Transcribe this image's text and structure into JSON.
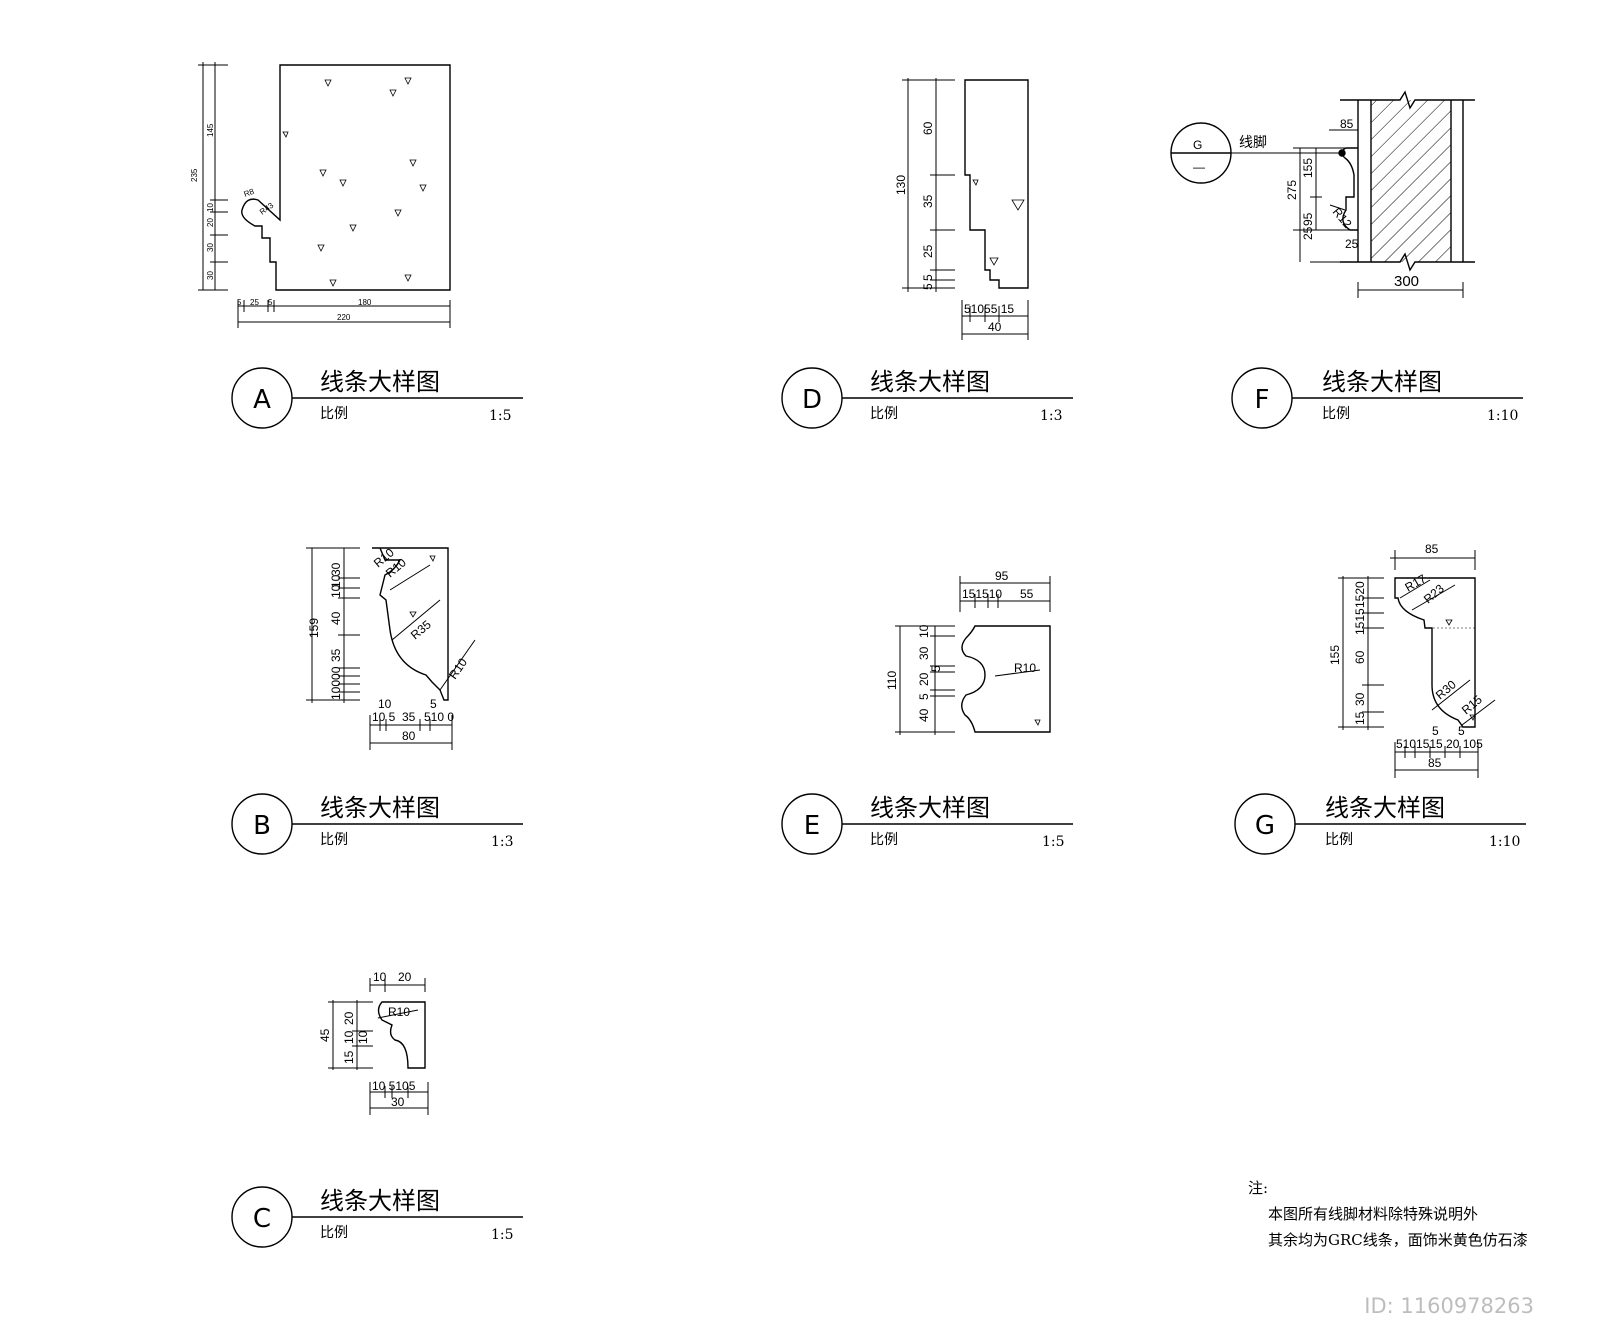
{
  "details": [
    {
      "letter": "A",
      "title": "线条大样图",
      "scale_label": "比例",
      "scale": "1:5"
    },
    {
      "letter": "D",
      "title": "线条大样图",
      "scale_label": "比例",
      "scale": "1:3"
    },
    {
      "letter": "F",
      "title": "线条大样图",
      "scale_label": "比例",
      "scale": "1:10"
    },
    {
      "letter": "B",
      "title": "线条大样图",
      "scale_label": "比例",
      "scale": "1:3"
    },
    {
      "letter": "E",
      "title": "线条大样图",
      "scale_label": "比例",
      "scale": "1:5"
    },
    {
      "letter": "G",
      "title": "线条大样图",
      "scale_label": "比例",
      "scale": "1:10"
    },
    {
      "letter": "C",
      "title": "线条大样图",
      "scale_label": "比例",
      "scale": "1:5"
    }
  ],
  "dims": {
    "A": {
      "h_total": "235",
      "h1": "145",
      "h2": "10",
      "h3": "20",
      "h4": "30",
      "h5": "30",
      "w1": "5",
      "w2": "25",
      "w3": "5",
      "w4": "180",
      "w_total": "220",
      "r1": "R8",
      "r2": "R43"
    },
    "D": {
      "h_total": "130",
      "h1": "60",
      "h2": "35",
      "h3": "25",
      "h4": "5",
      "h5": "5",
      "w_parts": "51055 15",
      "w_total": "40"
    },
    "F": {
      "ref_top": "G",
      "ref_bottom": "—",
      "ref_label": "线脚",
      "d85": "85",
      "d155": "155",
      "d275": "275",
      "d95": "95",
      "d25a": "25",
      "d25b": "25",
      "r": "R12",
      "d300": "300"
    },
    "B": {
      "h_total": "159",
      "h1": "30",
      "h2": "10",
      "h3": "10",
      "h4": "40",
      "h5": "35",
      "h6": "10000",
      "r1": "R10",
      "r2": "R10",
      "r3": "R35",
      "r4": "R10",
      "w_top": "10",
      "w_mid": "10 5",
      "w_35": "35",
      "w_5": "5",
      "w_end": "510 0",
      "w_total": "80"
    },
    "E": {
      "w_total": "95",
      "w_parts": "151510",
      "w_55": "55",
      "h_total": "110",
      "h1": "10",
      "h2": "30",
      "h3": "5",
      "h4": "20",
      "h5": "5",
      "h6": "40",
      "r": "R10"
    },
    "G": {
      "w_top": "85",
      "h_total": "155",
      "h1": "1520",
      "h2": "1515",
      "h3": "60",
      "h4": "30",
      "h5": "15",
      "r1": "R17",
      "r2": "R23",
      "r3": "R30",
      "r4": "R15",
      "w_parts": "5101515 20 105",
      "w_5a": "5",
      "w_5b": "5",
      "w_total": "85"
    },
    "C": {
      "w1": "10",
      "w2": "20",
      "h_total": "45",
      "h1": "20",
      "h2": "10",
      "h3": "15",
      "h4": "10",
      "r": "R10",
      "w_parts": "10 5105",
      "w_total": "30"
    }
  },
  "note": {
    "heading": "注:",
    "line1": "本图所有线脚材料除特殊说明外",
    "line2": "其余均为GRC线条，面饰米黄色仿石漆"
  },
  "watermark": "ID: 1160978263"
}
